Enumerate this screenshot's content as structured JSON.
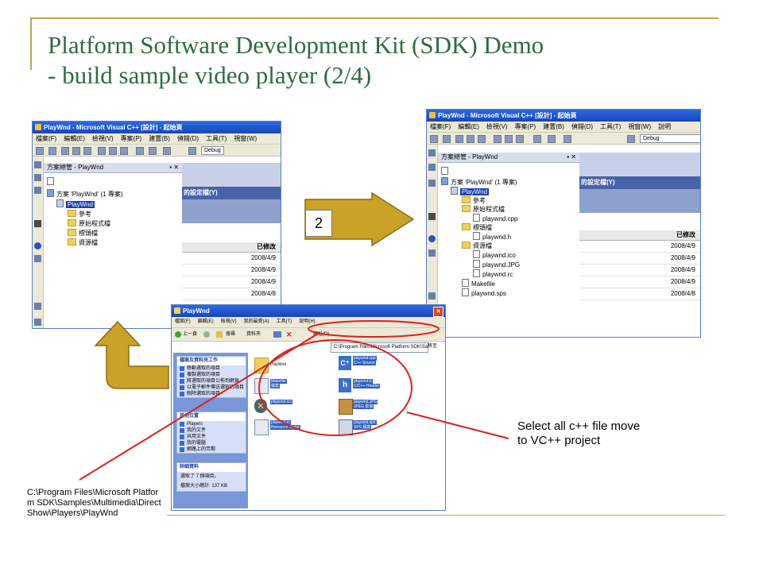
{
  "slide": {
    "title_line1": "Platform Software Development Kit (SDK) Demo",
    "title_line2": "- build sample video player (2/4)",
    "step_number": "2",
    "note": "Select all c++ file move to VC++ project",
    "path": "C:\\Program Files\\Microsoft Platform SDK\\Samples\\Multimedia\\DirectShow\\Players\\PlayWnd",
    "colors": {
      "title": "#2e6b44",
      "arrow": "#c9a227",
      "annotation": "#e0201e",
      "frame": "#b8a64a"
    }
  },
  "left_window": {
    "title": "PlayWnd - Microsoft Visual C++ [設計] - 起始頁",
    "menu": [
      "檔案(F)",
      "編輯(E)",
      "檢視(V)",
      "專案(P)",
      "建置(B)",
      "偵錯(D)",
      "工具(T)",
      "視窗(W)"
    ],
    "config": "Debug",
    "pane_title": "方案總管 - PlayWnd",
    "tree": [
      {
        "label": "方案 'PlayWnd' (1 專案)",
        "level": 0,
        "icon": "solution-icon"
      },
      {
        "label": "PlayWnd",
        "level": 1,
        "icon": "project-icon",
        "selected": true
      },
      {
        "label": "參考",
        "level": 2,
        "icon": "folder-icon"
      },
      {
        "label": "原始程式檔",
        "level": 2,
        "icon": "folder-icon"
      },
      {
        "label": "標頭檔",
        "level": 2,
        "icon": "folder-icon"
      },
      {
        "label": "資源檔",
        "level": 2,
        "icon": "folder-icon"
      }
    ],
    "right_header": "的設定檔(Y)",
    "column_header": "已修改",
    "dates": [
      "2008/4/9",
      "2008/4/9",
      "2008/4/9",
      "2008/4/8"
    ]
  },
  "right_window": {
    "title": "PlayWnd - Microsoft Visual C++ [設計] - 起始頁",
    "menu": [
      "檔案(F)",
      "編輯(E)",
      "檢視(V)",
      "專案(P)",
      "建置(B)",
      "偵錯(D)",
      "工具(T)",
      "視窗(W)",
      "說明"
    ],
    "config": "Debug",
    "pane_title": "方案總管 - PlayWnd",
    "tree": [
      {
        "label": "方案 'PlayWnd' (1 專案)",
        "level": 0,
        "icon": "solution-icon"
      },
      {
        "label": "PlayWnd",
        "level": 1,
        "icon": "project-icon",
        "selected": true
      },
      {
        "label": "參考",
        "level": 2,
        "icon": "folder-icon"
      },
      {
        "label": "原始程式檔",
        "level": 2,
        "icon": "folder-icon"
      },
      {
        "label": "playwnd.cpp",
        "level": 3,
        "icon": "file-icon"
      },
      {
        "label": "標頭檔",
        "level": 2,
        "icon": "folder-icon"
      },
      {
        "label": "playwnd.h",
        "level": 3,
        "icon": "file-icon"
      },
      {
        "label": "資源檔",
        "level": 2,
        "icon": "folder-icon"
      },
      {
        "label": "playwnd.ico",
        "level": 3,
        "icon": "file-icon"
      },
      {
        "label": "playwnd.JPG",
        "level": 3,
        "icon": "file-icon"
      },
      {
        "label": "playwnd.rc",
        "level": 3,
        "icon": "file-icon"
      },
      {
        "label": "Makefile",
        "level": 2,
        "icon": "file-icon"
      },
      {
        "label": "playwnd.sps",
        "level": 2,
        "icon": "file-icon"
      }
    ],
    "right_header": "的設定檔(Y)",
    "column_header": "已修改",
    "dates": [
      "2008/4/9",
      "2008/4/9",
      "2008/4/9",
      "2008/4/9",
      "2008/4/8"
    ]
  },
  "explorer": {
    "title": "PlayWnd",
    "menu": [
      "檔案(F)",
      "編輯(E)",
      "檢視(V)",
      "我的最愛(A)",
      "工具(T)",
      "說明(H)"
    ],
    "toolbar": {
      "back": "上一頁",
      "search": "搜尋",
      "folders": "資料夾"
    },
    "address_label": "網址(D)",
    "address": "C:\\Program Files\\Microsoft Platform SDK\\Samples\\",
    "go": "移至",
    "task_box_title": "檔案及資料夾工作",
    "tasks": [
      "移動選取的項目",
      "複製選取的項目",
      "將選取的項目公佈到網頁",
      "以電子郵件傳送選取的項目",
      "刪除選取的項目"
    ],
    "places_title": "其他位置",
    "places": [
      "Players",
      "我的文件",
      "共用文件",
      "我的電腦",
      "網路上的芳鄰"
    ],
    "details_title": "詳細資料",
    "details": [
      "選取了 7 個項目。",
      "檔案大小總計: 137 KB"
    ],
    "files": [
      {
        "name": "PlayWnd",
        "type": "folder",
        "icon": "folder-icon"
      },
      {
        "name": "playwnd.cpp",
        "type": "C++ Source",
        "icon": "cpp-file-icon"
      },
      {
        "name": "Makefile",
        "type": "檔案",
        "icon": "generic-file-icon"
      },
      {
        "name": "playwnd.h",
        "type": "C/C++ Header",
        "icon": "header-file-icon"
      },
      {
        "name": "playwnd.ico",
        "type": "",
        "icon": "ico-file-icon"
      },
      {
        "name": "playwnd.JPG",
        "type": "JPEG 影像",
        "icon": "jpg-file-icon"
      },
      {
        "name": "playwnd.rc",
        "type": "Resource Script",
        "icon": "rc-file-icon"
      },
      {
        "name": "playwnd.sps",
        "type": "SPS 檔案",
        "icon": "sps-file-icon"
      }
    ]
  }
}
